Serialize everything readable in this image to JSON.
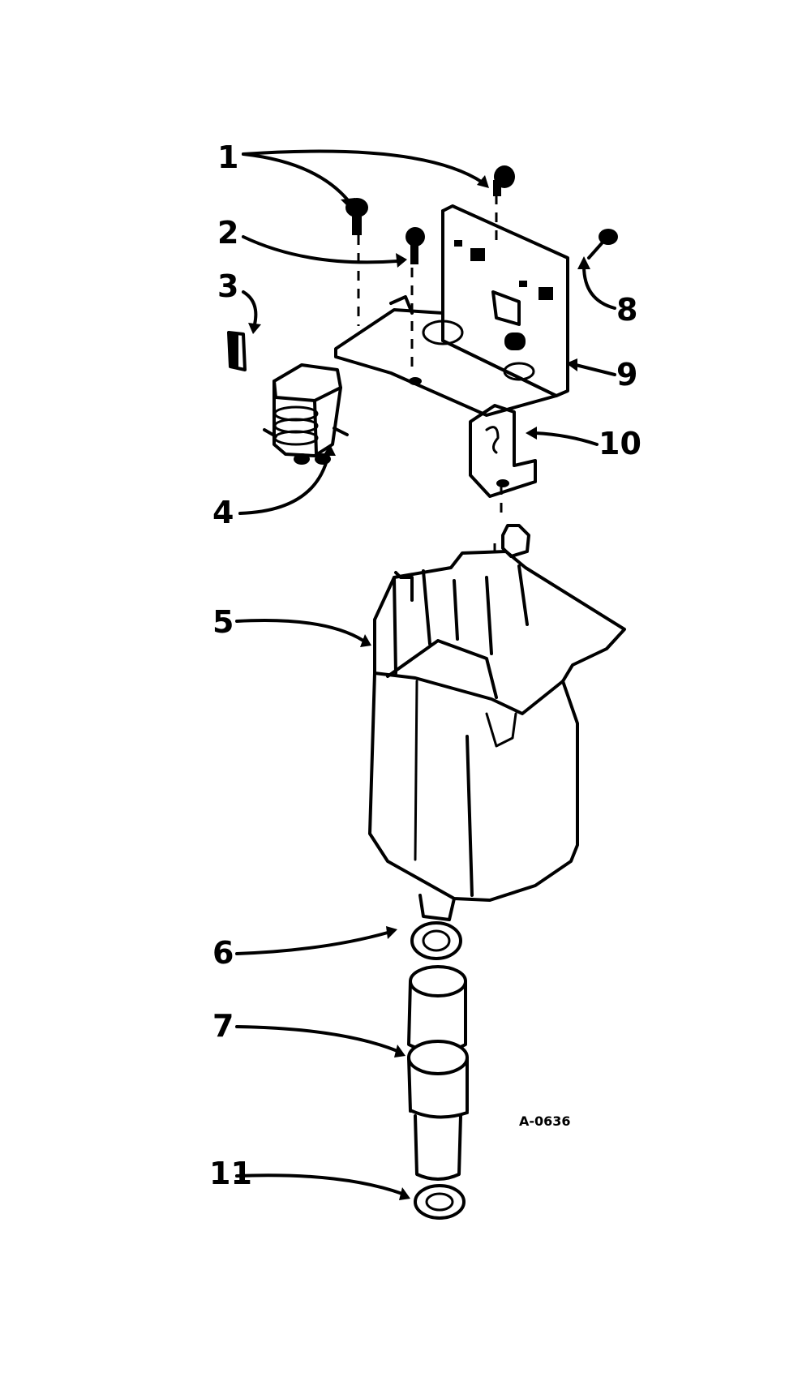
{
  "callouts": {
    "c1": "1",
    "c2": "2",
    "c3": "3",
    "c4": "4",
    "c5": "5",
    "c6": "6",
    "c7": "7",
    "c8": "8",
    "c9": "9",
    "c10": "10",
    "c11": "11"
  },
  "drawing_code": "A-0636"
}
